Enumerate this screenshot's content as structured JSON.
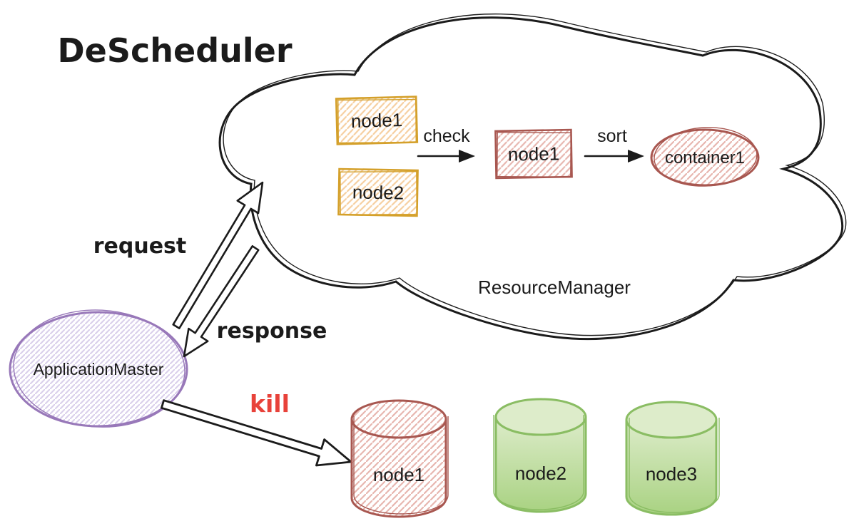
{
  "title": "DeScheduler",
  "colors": {
    "ink": "#1b1b1b",
    "orange_border": "#d4a02a",
    "orange_fill": "#f6cfa0",
    "red_border": "#a85750",
    "red_fill": "#e7b6af",
    "purple_border": "#9878b9",
    "purple_fill": "#d8cdea",
    "green_border": "#8abd63",
    "green_light": "#ddecca",
    "green_dark": "#a9d282",
    "kill_red": "#e8423a",
    "white": "#ffffff"
  },
  "resource_manager": {
    "label": "ResourceManager",
    "queue_nodes": [
      {
        "label": "node1"
      },
      {
        "label": "node2"
      }
    ],
    "check_label": "check",
    "checked_node": {
      "label": "node1"
    },
    "sort_label": "sort",
    "container": {
      "label": "container1"
    }
  },
  "application_master": {
    "label": "ApplicationMaster"
  },
  "edges": {
    "request_label": "request",
    "response_label": "response",
    "kill_label": "kill"
  },
  "cluster": {
    "nodes": [
      {
        "label": "node1"
      },
      {
        "label": "node2"
      },
      {
        "label": "node3"
      }
    ]
  }
}
